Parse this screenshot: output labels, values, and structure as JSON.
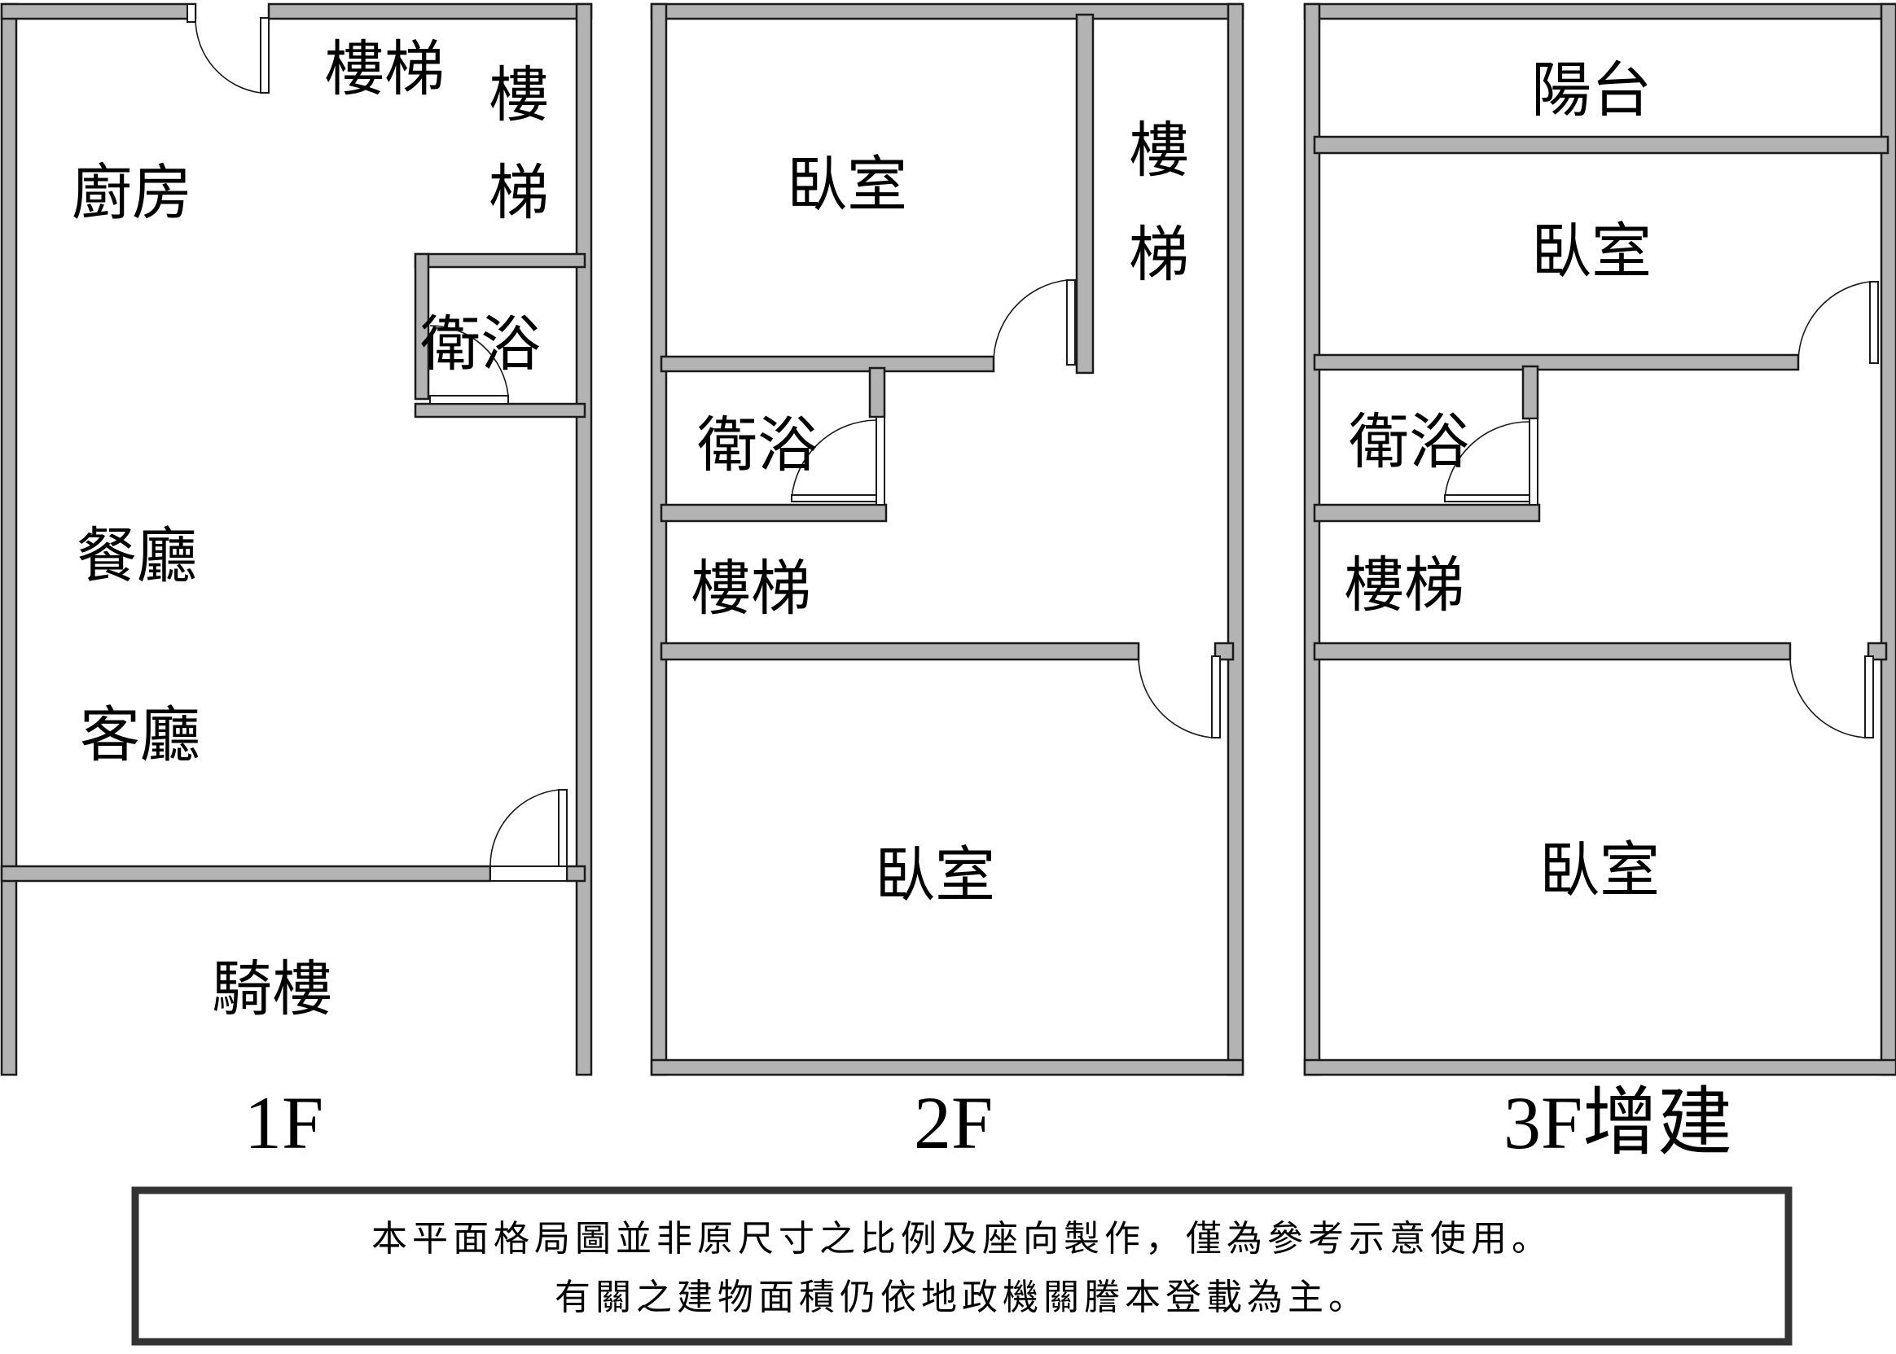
{
  "floors": [
    {
      "label": "1F",
      "rooms": {
        "stairs_top": "樓梯",
        "stairs_side_1": "樓",
        "stairs_side_2": "梯",
        "kitchen": "廚房",
        "bathroom": "衛浴",
        "dining": "餐廳",
        "living": "客廳",
        "arcade": "騎樓"
      }
    },
    {
      "label": "2F",
      "rooms": {
        "bedroom_top": "臥室",
        "stairs_side_1": "樓",
        "stairs_side_2": "梯",
        "bathroom": "衛浴",
        "stairs": "樓梯",
        "bedroom_bottom": "臥室"
      }
    },
    {
      "label": "3F增建",
      "rooms": {
        "balcony": "陽台",
        "bedroom_top": "臥室",
        "bathroom": "衛浴",
        "stairs": "樓梯",
        "bedroom_bottom": "臥室"
      }
    }
  ],
  "notice": {
    "line1": "本平面格局圖並非原尺寸之比例及座向製作，僅為參考示意使用。",
    "line2": "有關之建物面積仍依地政機關謄本登載為主。"
  },
  "colors": {
    "wall_fill": "#b3b3b3",
    "wall_stroke": "#1a1a1a",
    "notice_border": "#333333"
  }
}
